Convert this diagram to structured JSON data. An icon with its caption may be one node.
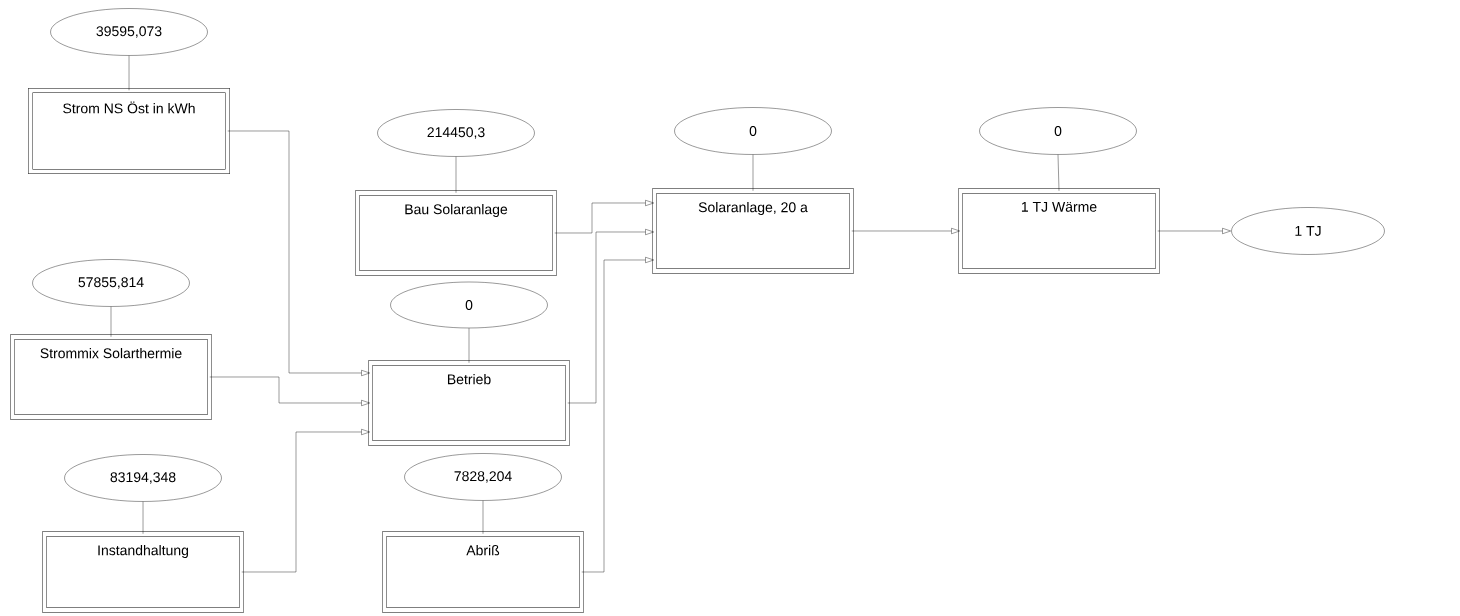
{
  "diagram": {
    "nodes": [
      {
        "text": [
          "39595,073"
        ]
      },
      {
        "text": [
          "Strom NS Öst in kWh"
        ]
      },
      {
        "text": [
          "214450,3"
        ]
      },
      {
        "text": [
          "Bau Solaranlage"
        ]
      },
      {
        "text": [
          "0"
        ]
      },
      {
        "text": [
          "Solaranlage, 20 a"
        ]
      },
      {
        "text": [
          "0"
        ]
      },
      {
        "text": [
          "1 TJ Wärme"
        ]
      },
      {
        "text": [
          "1 TJ"
        ]
      },
      {
        "text": [
          "57855,814"
        ]
      },
      {
        "text": [
          "Strommix Solarthermie"
        ]
      },
      {
        "text": [
          "0"
        ]
      },
      {
        "text": [
          "Betrieb"
        ]
      },
      {
        "text": [
          "83194,348"
        ]
      },
      {
        "text": [
          "Instandhaltung"
        ]
      },
      {
        "text": [
          "7828,204"
        ]
      },
      {
        "text": [
          "Abriß"
        ]
      }
    ],
    "edges": [
      {
        "from": 0,
        "to": 1,
        "arrow": "none"
      },
      {
        "from": 2,
        "to": 3,
        "arrow": "none"
      },
      {
        "from": 4,
        "to": 5,
        "arrow": "none"
      },
      {
        "from": 6,
        "to": 7,
        "arrow": "none"
      },
      {
        "from": 9,
        "to": 10,
        "arrow": "none"
      },
      {
        "from": 11,
        "to": 12,
        "arrow": "none"
      },
      {
        "from": 13,
        "to": 14,
        "arrow": "none"
      },
      {
        "from": 15,
        "to": 16,
        "arrow": "none"
      },
      {
        "from": 1,
        "to": 12,
        "arrow": "to"
      },
      {
        "from": 10,
        "to": 12,
        "arrow": "to"
      },
      {
        "from": 14,
        "to": 12,
        "arrow": "to"
      },
      {
        "from": 3,
        "to": 5,
        "arrow": "to"
      },
      {
        "from": 12,
        "to": 5,
        "arrow": "to"
      },
      {
        "from": 16,
        "to": 5,
        "arrow": "to"
      },
      {
        "from": 5,
        "to": 7,
        "arrow": "to"
      },
      {
        "from": 7,
        "to": 8,
        "arrow": "to"
      }
    ]
  }
}
